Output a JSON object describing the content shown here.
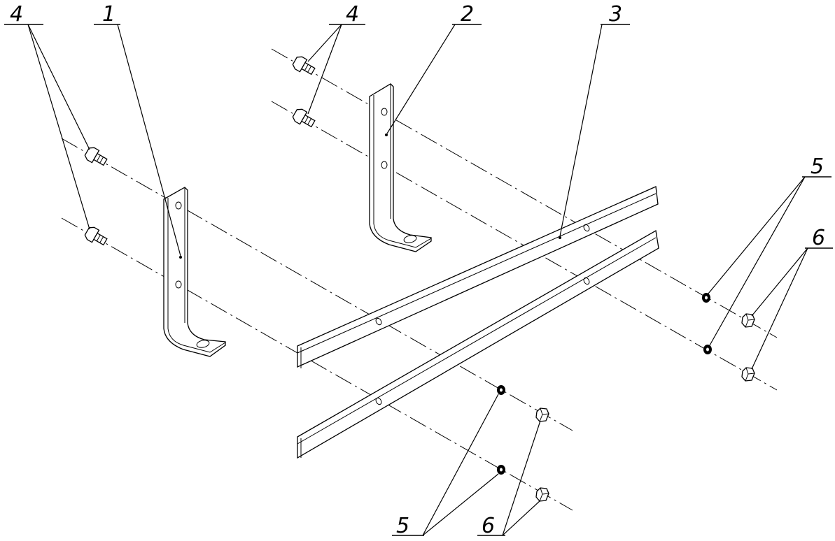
{
  "drawing": {
    "type": "exploded assembly view",
    "labels": {
      "bolts_left": "4",
      "bracket_left": "1",
      "bolts_top": "4",
      "bracket_right": "2",
      "strips": "3",
      "washers_right": "5",
      "nuts_right": "6",
      "washers_bottom": "5",
      "nuts_bottom": "6"
    }
  }
}
